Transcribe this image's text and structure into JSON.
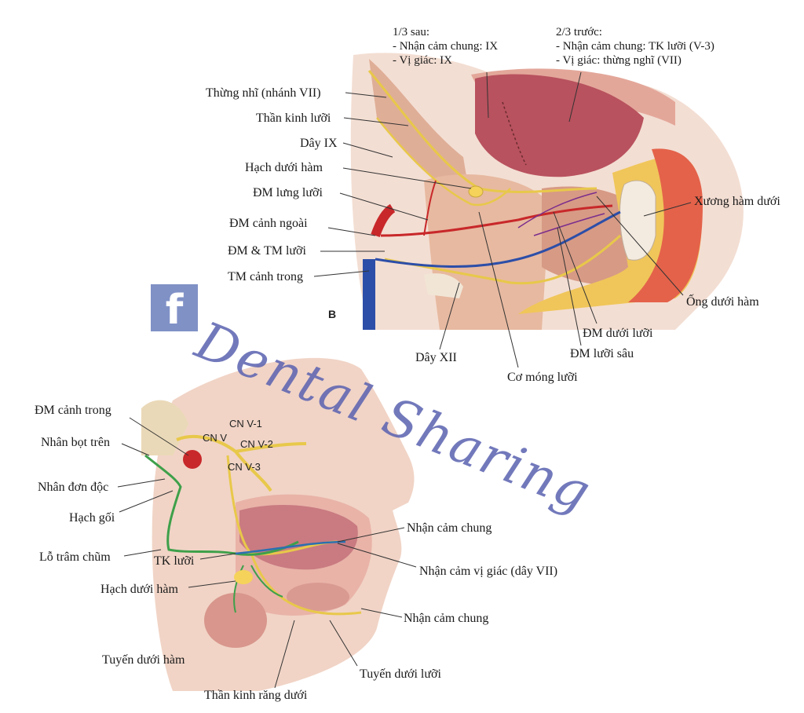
{
  "panel_label": "B",
  "watermark": {
    "text": "Dental Sharing",
    "icon": "facebook-icon",
    "color": "#5a62b0"
  },
  "top_notes": {
    "posterior": {
      "title": "1/3 sau:",
      "lines": [
        "- Nhận cảm chung: IX",
        "- Vị giác: IX"
      ]
    },
    "anterior": {
      "title": "2/3 trước:",
      "lines": [
        "- Nhận cảm chung: TK lưỡi (V-3)",
        "- Vị giác: thừng nghĩ (VII)"
      ]
    }
  },
  "top_left_labels": [
    "Thừng nhĩ (nhánh VII)",
    "Thần kinh lưỡi",
    "Dây IX",
    "Hạch dưới hàm",
    "ĐM lưng lưỡi",
    "ĐM cảnh ngoài",
    "ĐM & TM lưỡi",
    "TM cảnh trong"
  ],
  "top_right_labels": [
    "Xương hàm dưới",
    "Ống dưới hàm",
    "ĐM dưới lưỡi",
    "ĐM lưỡi sâu"
  ],
  "top_bottom_labels": [
    "Dây XII",
    "Cơ móng lưỡi"
  ],
  "bottom_left_labels": [
    "ĐM cảnh trong",
    "Nhân bọt trên",
    "Nhân đơn độc",
    "Hạch gối",
    "Lỗ trâm chũm",
    "TK lưỡi",
    "Hạch dưới hàm",
    "Tuyến dưới hàm",
    "Thần kinh răng dưới"
  ],
  "nerve_labels": [
    "CN V-1",
    "CN V",
    "CN V-2",
    "CN V-3"
  ],
  "bottom_right_labels": [
    "Nhận cảm chung",
    "Nhận cảm vị giác (dây VII)",
    "Nhận cảm chung",
    "Tuyến dưới lưỡi"
  ],
  "colors": {
    "nerve": "#e8c84a",
    "artery": "#c8282a",
    "vein": "#2c4ea8",
    "chorda": "#3ea04a",
    "tongue": "#b8525e",
    "muscle": "#e7b9a0",
    "skin": "#f1d4c6"
  }
}
